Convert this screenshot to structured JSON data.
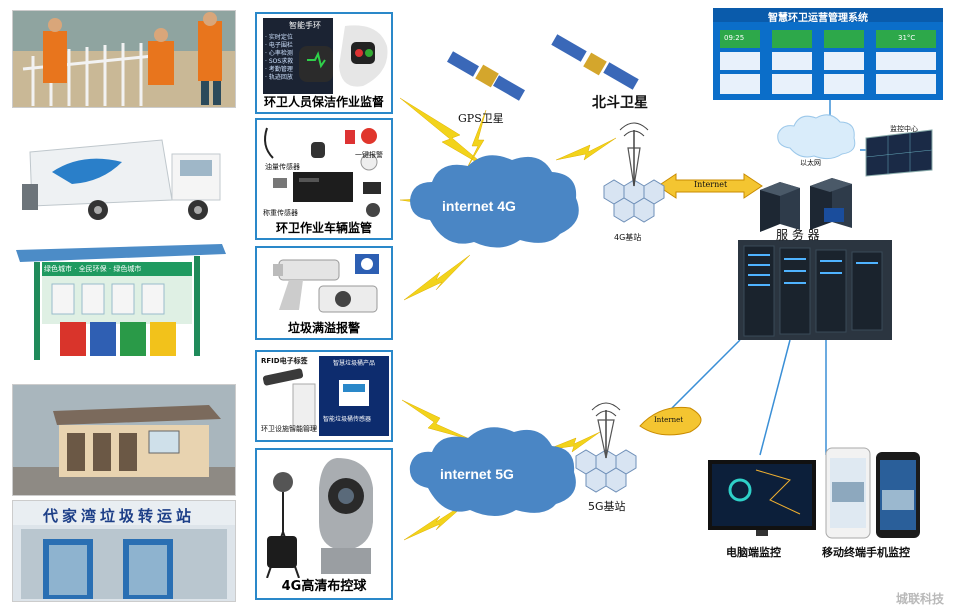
{
  "center_boxes": {
    "worker": {
      "caption": "环卫人员保洁作业监督",
      "watch_title": "智能手环",
      "watch_lines": [
        "· 实时定位",
        "· 电子围栏",
        "· 心率检测",
        "· SOS求救",
        "· 考勤管理",
        "· 轨迹回放"
      ]
    },
    "vehicle": {
      "caption": "环卫作业车辆监管",
      "oil_label": "油量传感器",
      "alarm_label": "一键报警",
      "weight_label": "称重传感器"
    },
    "trash": {
      "caption": "垃圾满溢报警"
    },
    "facility": {
      "caption": "环卫设施智能管理",
      "rfid_label": "RFID电子标签",
      "screen_title": "智慧垃圾桶产品",
      "screen_sub": "智能垃圾桶传感器"
    },
    "camera": {
      "caption": "4G高清布控球"
    }
  },
  "network": {
    "gps_label": "GPS卫星",
    "beidou_label": "北斗卫星",
    "cloud4g_label": "internet 4G",
    "cloud5g_label": "internet 5G",
    "station4g_label": "4G基站",
    "station5g_label": "5G基站",
    "internet_label_top": "Internet",
    "internet_label_bottom": "Internet",
    "ethernet_label": "以太网",
    "monitor_center_label": "监控中心",
    "server_label": "服 务 器"
  },
  "dashboard": {
    "title": "智慧环卫运营管理系统",
    "time": "09:25",
    "weather": "31°C"
  },
  "terminals": {
    "pc_label": "电脑端监控",
    "mobile_label": "移动终端手机监控"
  },
  "photos": {
    "station_sign": "代家湾垃圾转运站",
    "shelter_banner": "绿色城市 · 全民环保 · 绿色城市"
  },
  "watermark": "城联科技",
  "colors": {
    "box_border": "#2a88c9",
    "cloud": "#4a86c5",
    "lightning": "#f2d31b",
    "link_line": "#3a8fd6"
  }
}
